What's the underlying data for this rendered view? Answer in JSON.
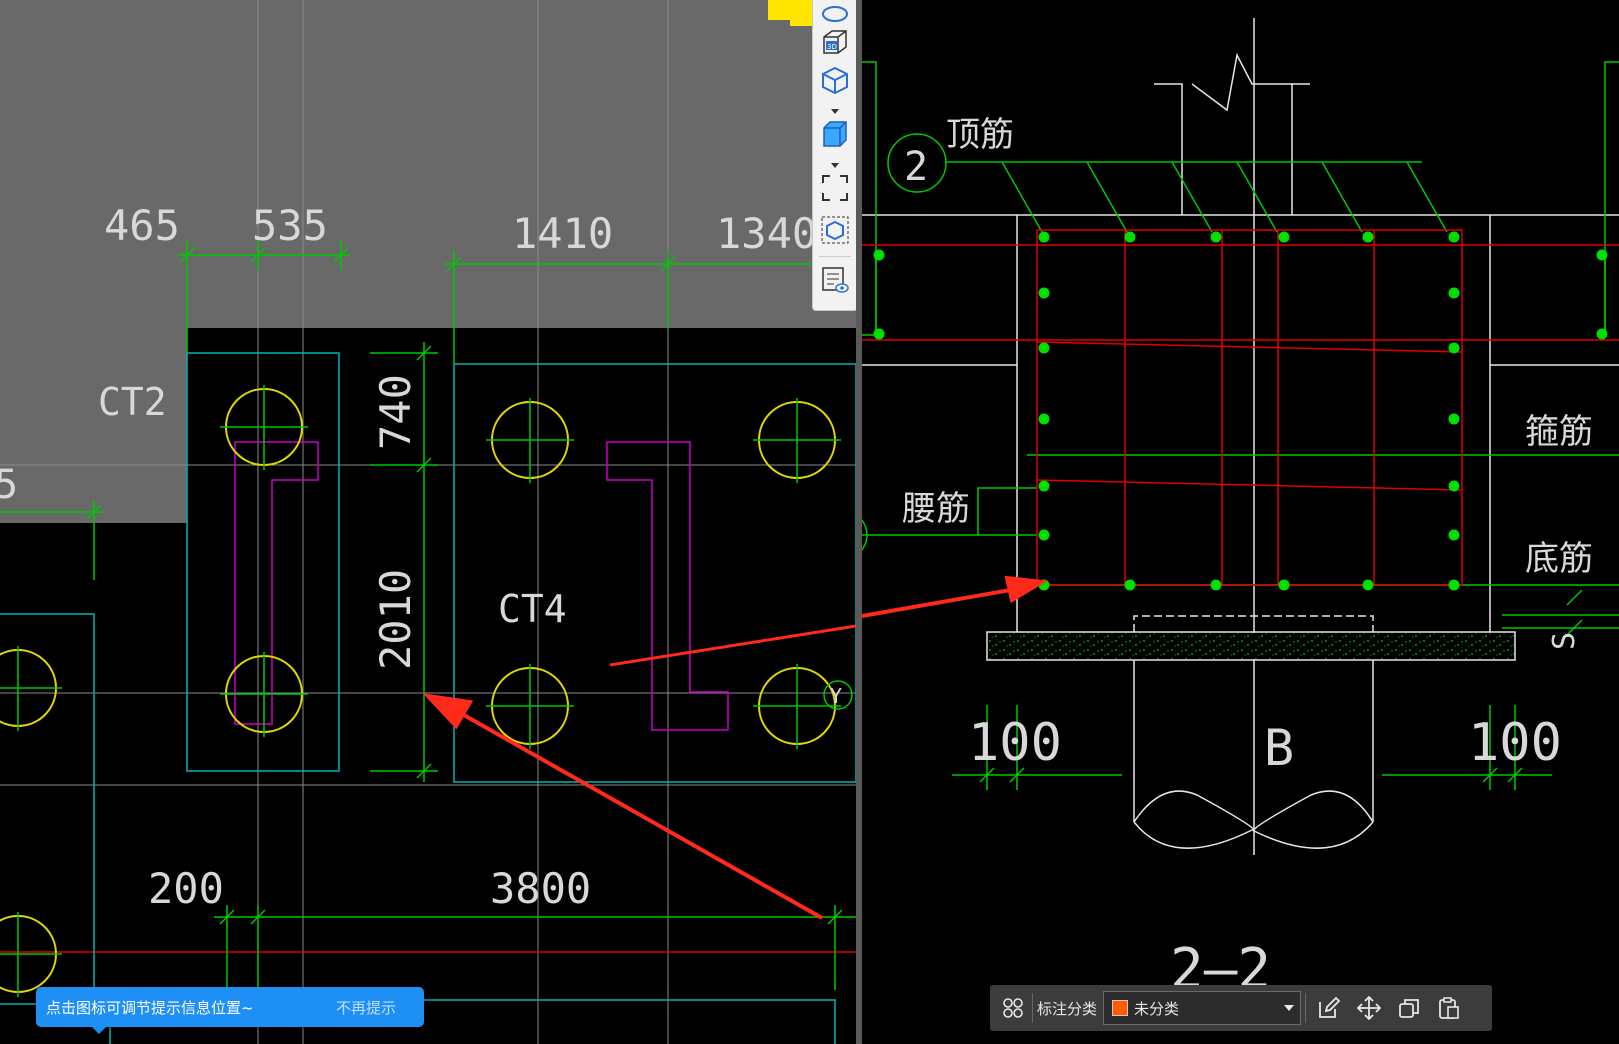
{
  "colors": {
    "background": "#000000",
    "grey_region": "#696969",
    "dimension_line": "#00c800",
    "grid_line": "#8a8a8a",
    "cap_outline": "#00b4b4",
    "pile": "#e0d800",
    "wall": "#c800c8",
    "rebar": "#e00000",
    "rebar_dot": "#00e000",
    "annotation_arrow": "#ff2a1a",
    "hint_bg": "#1e8ff5",
    "toolbar_bg": "#3c3c3c",
    "category_swatch": "#ff5a00"
  },
  "left_drawing": {
    "top_dimensions": [
      "465",
      "535",
      "1410",
      "1340"
    ],
    "side_dimensions": [
      "740",
      "2010"
    ],
    "bottom_dimensions": [
      "200",
      "3800"
    ],
    "cap_labels": [
      "CT2",
      "CT4"
    ],
    "edge_fragment": "5",
    "axis_marker": "Y"
  },
  "right_drawing": {
    "section_number": "2",
    "labels": {
      "top_rebar": "顶筋",
      "stirrup": "箍筋",
      "waist_rebar": "腰筋",
      "bottom_rebar": "底筋"
    },
    "dim_left": "100",
    "dim_right": "100",
    "width_label": "B",
    "cover_label": "S",
    "section_title": "2—2"
  },
  "view_toolbar": {
    "buttons": [
      "orbit-icon",
      "3d-view-icon",
      "isometric-view-icon",
      "solid-cube-icon",
      "fit-view-icon",
      "component-view-icon",
      "display-settings-icon"
    ]
  },
  "hint": {
    "text": "点击图标可调节提示信息位置~",
    "dismiss": "不再提示"
  },
  "annotation_toolbar": {
    "menu_icon": "grid-menu-icon",
    "category_label": "标注分类",
    "category_value": "未分类",
    "tools": [
      "edit-icon",
      "move-icon",
      "copy-icon",
      "paste-icon"
    ]
  }
}
